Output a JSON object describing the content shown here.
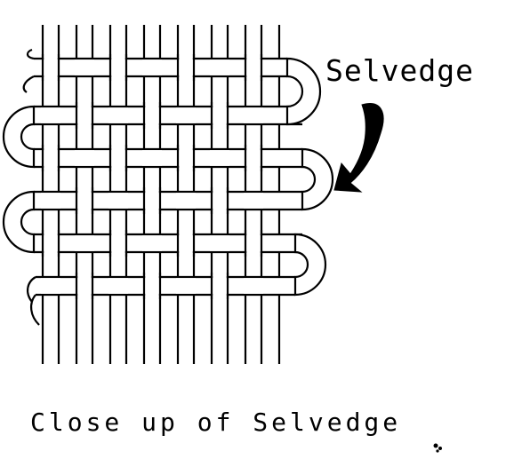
{
  "diagram": {
    "label": "Selvedge",
    "caption": "Close up of Selvedge",
    "colors": {
      "ink": "#000000",
      "paper": "#ffffff"
    },
    "arrow_icon": "curved-arrow-icon",
    "weave": "plain weave"
  }
}
